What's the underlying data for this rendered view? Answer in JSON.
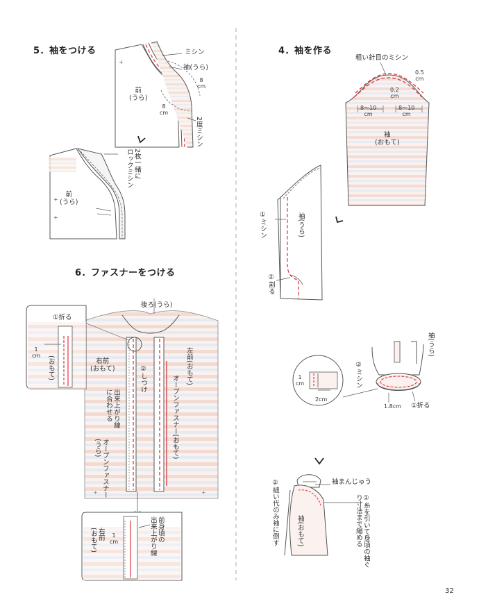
{
  "page_number": "32",
  "section5": {
    "title": "5．袖をつける",
    "top_labels": {
      "sewing": "ミシン",
      "sleeve_wrong": "袖(うら)",
      "cm8_upper": "8\ncm",
      "cm8_lower": "8\ncm",
      "front_wrong": "前\n(うら)",
      "double_sew": "2度ミシン"
    },
    "bottom_labels": {
      "lock_sew": "2枚一緒に\nロックミシン",
      "front_wrong": "前\n(うら)"
    }
  },
  "section4": {
    "title": "4．袖を作る",
    "labels": {
      "coarse_stitch": "粗い針目のミシン",
      "cm05": "0.5\ncm",
      "cm02": "0.2\ncm",
      "cm8_10_left": "8〜10\ncm",
      "cm8_10_right": "8〜10\ncm",
      "sleeve_right": "袖\n(おもて)",
      "sew1": "①ミシン",
      "sleeve_wrong": "袖(うら)",
      "split2": "②割る"
    }
  },
  "section_cuff": {
    "labels": {
      "cm1": "1\ncm",
      "cm2": "2cm",
      "sew2": "②ミシン",
      "sleeve_wrong": "袖(うら)",
      "cm18": "1.8cm",
      "fold1": "①折る"
    }
  },
  "section_shoulder": {
    "labels": {
      "sleeve_cap": "袖まんじゅう",
      "flatten2": "②縫い代のみ袖に倒す",
      "pull1": "①糸を引いて身頃の袖ぐり寸法まで縮める",
      "sleeve_right": "袖(おもて)"
    }
  },
  "section6": {
    "title": "6．ファスナーをつける",
    "labels": {
      "back_wrong": "後ろ(うら)",
      "fold1": "①折る",
      "cm1": "1\ncm",
      "right_side": "(おもて)",
      "right_front": "右前\n(おもて)",
      "basting": "②しつけ",
      "left_front": "左前(おもて)",
      "finish_line": "出来上がり線\nに合わせる",
      "open_zipper_wrong": "オープンファスナー\n(うら)",
      "open_zipper_right": "オープンファスナー(おもて)",
      "front_finish_line": "前身頃の\n出来上がり線",
      "cm1_b": "1\ncm",
      "right_front_b": "右前\n(おもて)"
    }
  }
}
